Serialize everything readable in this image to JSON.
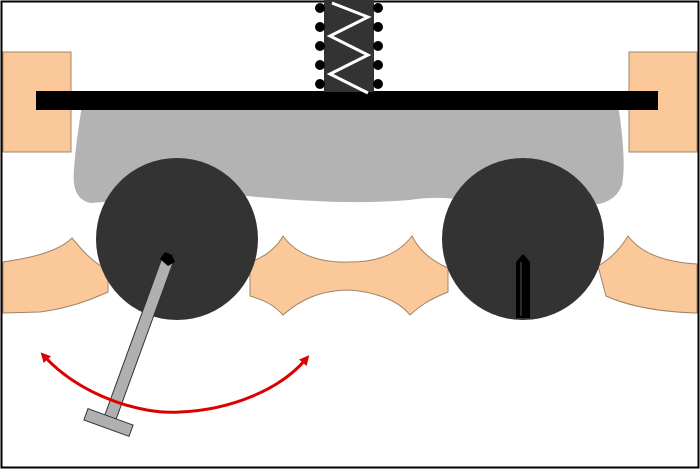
{
  "colors": {
    "background": "#ffffff",
    "frame": "#000000",
    "sand": "#fbc999",
    "sand_stroke": "#a08466",
    "body_gray": "#b3b3b3",
    "wheel": "#333333",
    "rail": "#000000",
    "spring": "#333333",
    "spring_bead": "#000000",
    "lever": "#b0b0b0",
    "lever_stroke": "#333333",
    "pin": "#000000",
    "arrow": "#dd0000"
  },
  "icons": {
    "arrow": "double-headed-curved-arrow",
    "spring": "coil-spring-icon"
  },
  "state": {
    "left_lever_angle_deg": 20,
    "right_pin_angle_deg": 0
  }
}
